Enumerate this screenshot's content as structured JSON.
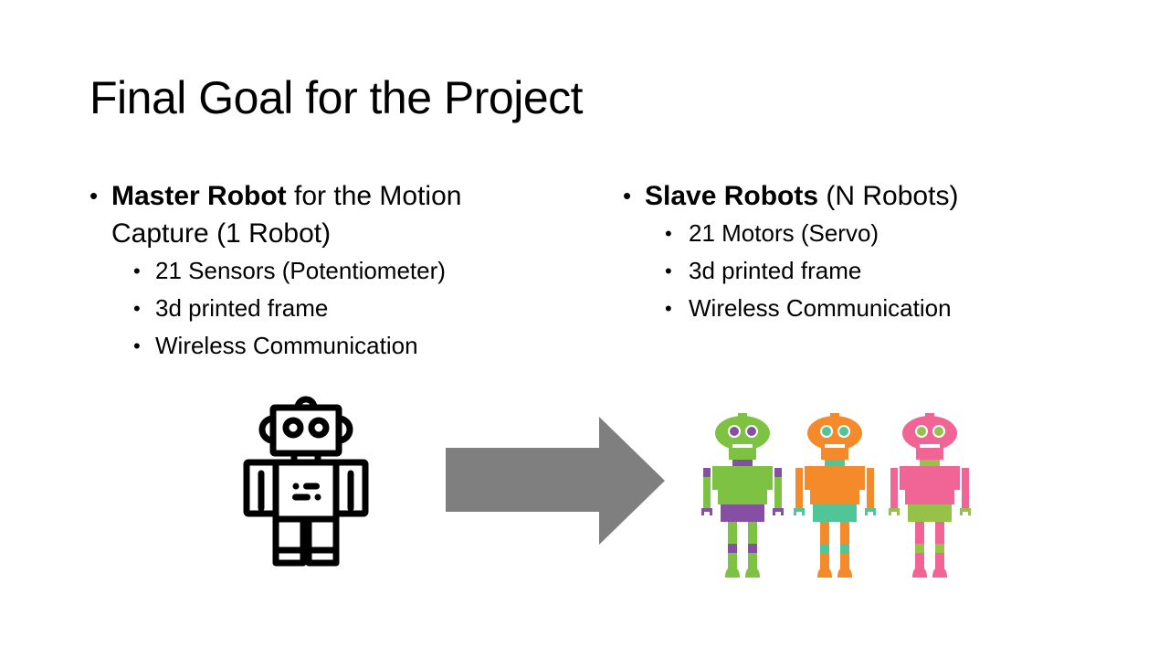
{
  "slide": {
    "title": "Final Goal for the Project",
    "left_column": {
      "heading_bold": "Master Robot",
      "heading_rest": " for the Motion Capture (1 Robot)",
      "items": [
        "21 Sensors (Potentiometer)",
        "3d printed frame",
        "Wireless Communication"
      ]
    },
    "right_column": {
      "heading_bold": "Slave Robots",
      "heading_rest": " (N Robots)",
      "items": [
        "21 Motors (Servo)",
        "3d printed frame",
        "Wireless Communication"
      ]
    },
    "bullet_char": "•",
    "graphics": {
      "master_robot_icon": {
        "name": "outline-robot-icon",
        "color": "#000000"
      },
      "arrow": {
        "name": "right-arrow",
        "color": "#7f7f7f"
      },
      "slave_robots": [
        {
          "name": "green-robot",
          "body": "#7dc242",
          "accent": "#8550a3"
        },
        {
          "name": "orange-robot",
          "body": "#f58a2a",
          "accent": "#4fc598"
        },
        {
          "name": "pink-robot",
          "body": "#f06595",
          "accent": "#97c24a"
        }
      ]
    }
  }
}
